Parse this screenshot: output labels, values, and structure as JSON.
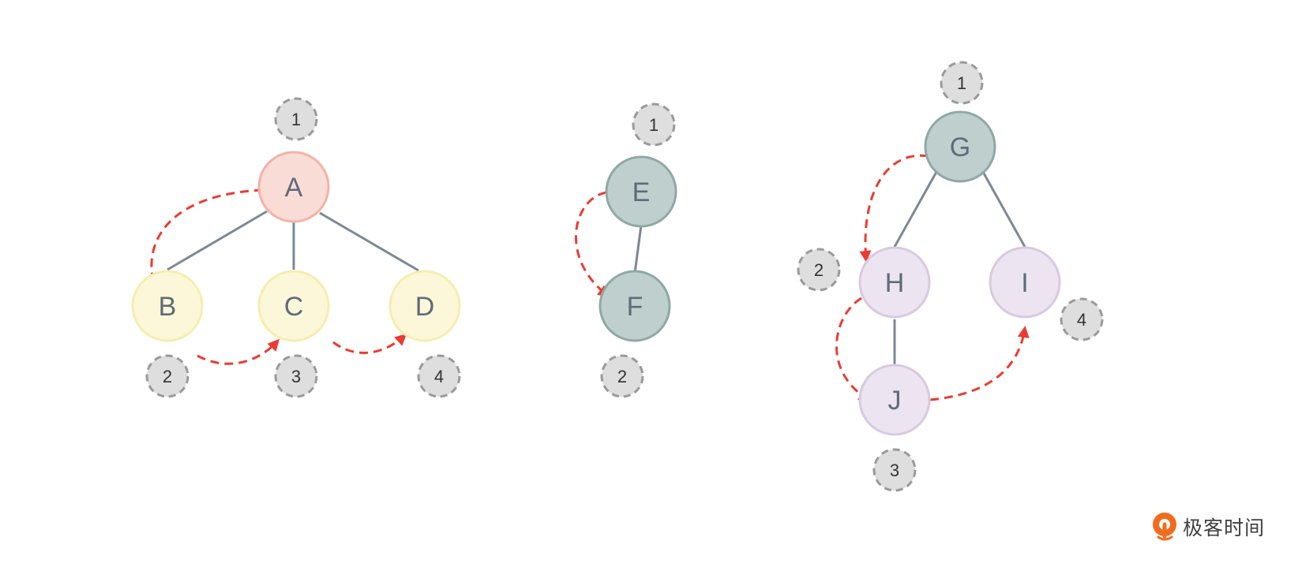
{
  "colors": {
    "root_red": "#fadcd6",
    "root_red_stroke": "#f2b3a7",
    "leaf_yellow": "#fdf7d9",
    "leaf_yellow_stroke": "#f6edaf",
    "teal": "#bfcfcd",
    "teal_stroke": "#8fa9a5",
    "lilac": "#ece4f0",
    "lilac_stroke": "#d9c9e0",
    "edge": "#7d8896",
    "traversal_arrow": "#ec3b32",
    "brand_orange": "#f26b1d"
  },
  "trees": [
    {
      "nodes": [
        {
          "id": "A",
          "label": "A",
          "order": "1"
        },
        {
          "id": "B",
          "label": "B",
          "order": "2"
        },
        {
          "id": "C",
          "label": "C",
          "order": "3"
        },
        {
          "id": "D",
          "label": "D",
          "order": "4"
        }
      ],
      "edges": [
        [
          "A",
          "B"
        ],
        [
          "A",
          "C"
        ],
        [
          "A",
          "D"
        ]
      ],
      "traversal": [
        "A",
        "B",
        "C",
        "D"
      ]
    },
    {
      "nodes": [
        {
          "id": "E",
          "label": "E",
          "order": "1"
        },
        {
          "id": "F",
          "label": "F",
          "order": "2"
        }
      ],
      "edges": [
        [
          "E",
          "F"
        ]
      ],
      "traversal": [
        "E",
        "F"
      ]
    },
    {
      "nodes": [
        {
          "id": "G",
          "label": "G",
          "order": "1"
        },
        {
          "id": "H",
          "label": "H",
          "order": "2"
        },
        {
          "id": "I",
          "label": "I",
          "order": "4"
        },
        {
          "id": "J",
          "label": "J",
          "order": "3"
        }
      ],
      "edges": [
        [
          "G",
          "H"
        ],
        [
          "G",
          "I"
        ],
        [
          "H",
          "J"
        ]
      ],
      "traversal": [
        "G",
        "H",
        "J",
        "I"
      ]
    }
  ],
  "brand": {
    "name": "极客时间",
    "logo_icon": "geektime-logo-icon"
  }
}
